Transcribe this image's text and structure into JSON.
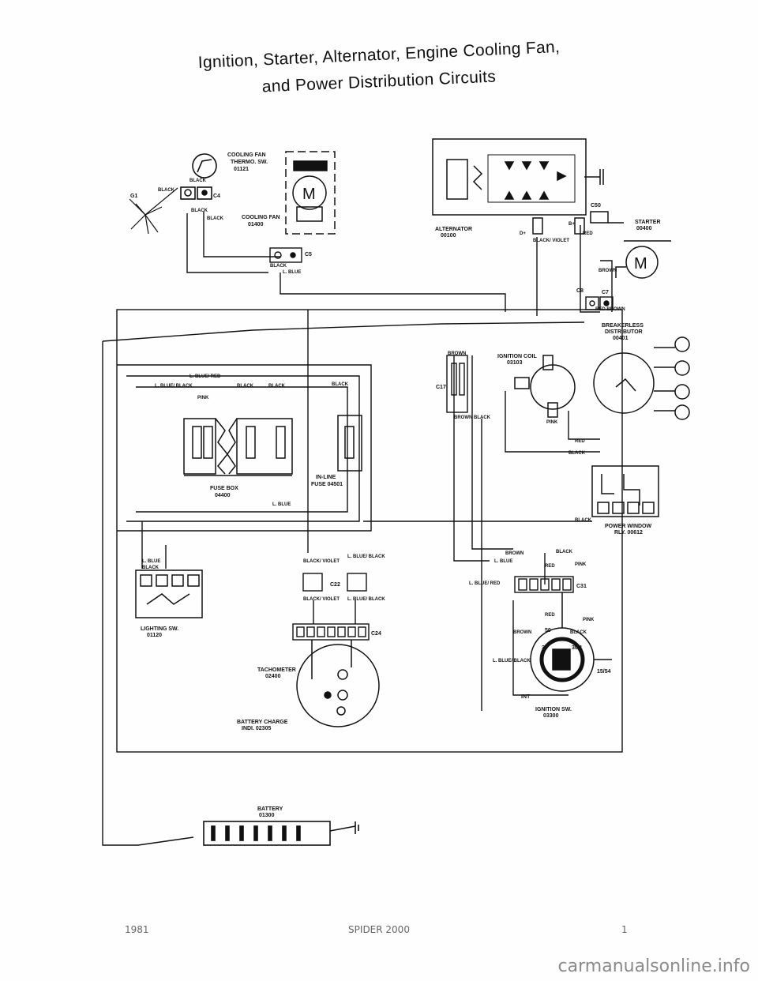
{
  "title": {
    "line1": "Ignition, Starter, Alternator, Engine Cooling Fan,",
    "line2": "and Power Distribution Circuits"
  },
  "labels": {
    "cooling_fan_thermo": "COOLING FAN",
    "cooling_fan_thermo_2": "THERMO. SW.",
    "cooling_fan_thermo_code": "01121",
    "cooling_fan": "COOLING FAN",
    "cooling_fan_code": "01400",
    "c4": "C4",
    "c5": "C5",
    "g1": "G1",
    "alternator": "ALTERNATOR",
    "alternator_code": "00100",
    "c50": "C50",
    "starter": "STARTER",
    "starter_code": "00400",
    "c7": "C7",
    "c8": "C8",
    "breakerless": "BREAKERLESS",
    "distributor": "DISTRIBUTOR",
    "distributor_code": "00401",
    "ignition_coil": "IGNITION COIL",
    "ignition_coil_code": "03103",
    "c17": "C17",
    "fuse_box": "FUSE BOX",
    "fuse_box_code": "04400",
    "inline": "IN-LINE",
    "inline_fuse": "FUSE 04501",
    "power_window": "POWER WINDOW",
    "power_window_code": "RLY. 00612",
    "lighting_sw": "LIGHTING SW.",
    "lighting_sw_code": "01120",
    "c22": "C22",
    "c24": "C24",
    "c31": "C31",
    "tachometer": "TACHOMETER",
    "tachometer_code": "02400",
    "battery_charge": "BATTERY CHARGE",
    "battery_charge_code": "INDI. 02305",
    "ignition_sw": "IGNITION SW.",
    "ignition_sw_code": "03300",
    "battery": "BATTERY",
    "battery_code": "01300"
  },
  "wires": {
    "fan_black": "BLACK",
    "g1_black": "BLACK",
    "black_2": "BLACK",
    "black_3": "BLACK",
    "c5_black": "BLACK",
    "lblue": "L. BLUE",
    "d_plus": "D+",
    "black_violet": "BLACK/ VIOLET",
    "b_plus": "B+",
    "red": "RED",
    "brown": "BROWN",
    "red_brown": "RED BROWN",
    "c17_brown": "BROWN",
    "c17_brown_black": "BROWN BLACK",
    "lblue_red": "L. BLUE/ RED",
    "lblue_black": "L. BLUE/ BLACK",
    "pink": "PINK",
    "fuse_black_1": "BLACK",
    "fuse_black_2": "BLACK",
    "inline_black": "BLACK",
    "fuse_lblue": "L. BLUE",
    "coil_pink": "PINK",
    "coil_red": "RED",
    "coil_black": "BLACK",
    "relay_black": "BLACK",
    "ls_lblue": "L. BLUE",
    "ls_black": "BLACK",
    "c22_black_violet": "BLACK/ VIOLET",
    "c22_lblue_black": "L. BLUE/ BLACK",
    "c22_black_violet_2": "BLACK/ VIOLET",
    "c22_lblue_black_2": "L. BLUE/ BLACK",
    "c31_brown": "BROWN",
    "c31_lblue": "L. BLUE",
    "c31_red": "RED",
    "c31_black": "BLACK",
    "c31_pink": "PINK",
    "lblue_red_2": "L. BLUE/ RED",
    "is_red": "RED",
    "is_pink": "PINK",
    "is_brown": "BROWN",
    "is_black": "BLACK",
    "is_lblue_black": "L. BLUE/ BLACK"
  },
  "terminals": {
    "t50": "50",
    "t30": "30",
    "t30_1": "30/1",
    "t15_54": "15/54",
    "int": "INT"
  },
  "footer": {
    "year": "1981",
    "model": "SPIDER 2000",
    "page": "1"
  },
  "watermark": "carmanualsonline.info"
}
